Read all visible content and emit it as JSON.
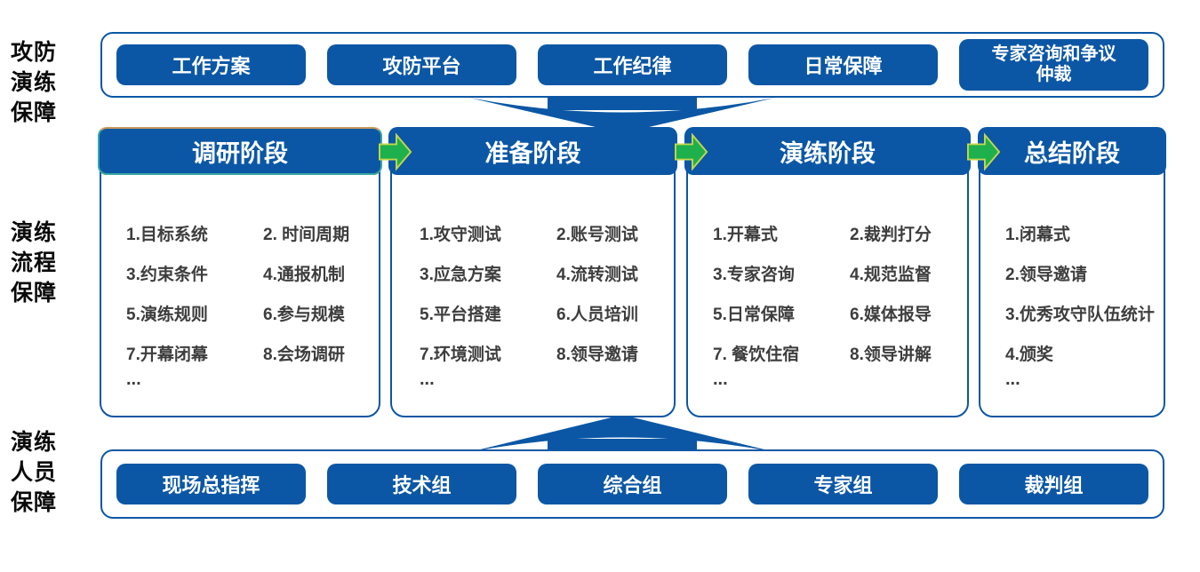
{
  "side_labels": [
    "攻防\n演练\n保障",
    "演练\n流程\n保障",
    "演练\n人员\n保障"
  ],
  "top_row": {
    "buttons": [
      "工作方案",
      "攻防平台",
      "工作纪律",
      "日常保障",
      "专家咨询和争议仲裁"
    ]
  },
  "phases": [
    {
      "title": "调研阶段",
      "items": [
        "1.目标系统",
        "2. 时间周期",
        "3.约束条件",
        "4.通报机制",
        "5.演练规则",
        "6.参与规模",
        "7.开幕闭幕",
        "8.会场调研"
      ],
      "more": "..."
    },
    {
      "title": "准备阶段",
      "items": [
        "1.攻守测试",
        "2.账号测试",
        "3.应急方案",
        "4.流转测试",
        "5.平台搭建",
        "6.人员培训",
        "7.环境测试",
        "8.领导邀请"
      ],
      "more": "..."
    },
    {
      "title": "演练阶段",
      "items": [
        "1.开幕式",
        "2.裁判打分",
        "3.专家咨询",
        "4.规范监督",
        "5.日常保障",
        "6.媒体报导",
        "7. 餐饮住宿",
        "8.领导讲解"
      ],
      "more": "..."
    },
    {
      "title": "总结阶段",
      "items": [
        "1.闭幕式",
        "2.领导邀请",
        "3.优秀攻守队伍统计",
        "4.颁奖"
      ],
      "more": "..."
    }
  ],
  "bottom_row": {
    "buttons": [
      "现场总指挥",
      "技术组",
      "综合组",
      "专家组",
      "裁判组"
    ]
  },
  "icons": {
    "stage_connector": "green-right-arrow",
    "top_flow": "blue-down-arrow",
    "bottom_flow": "blue-up-arrow"
  },
  "colors": {
    "primary_blue": "#0b57a5",
    "arrow_green": "#1db04c",
    "arrow_green_outline": "#c6d64e",
    "item_text": "#3d3d3d",
    "selected_header_border": "#38a7a2"
  }
}
